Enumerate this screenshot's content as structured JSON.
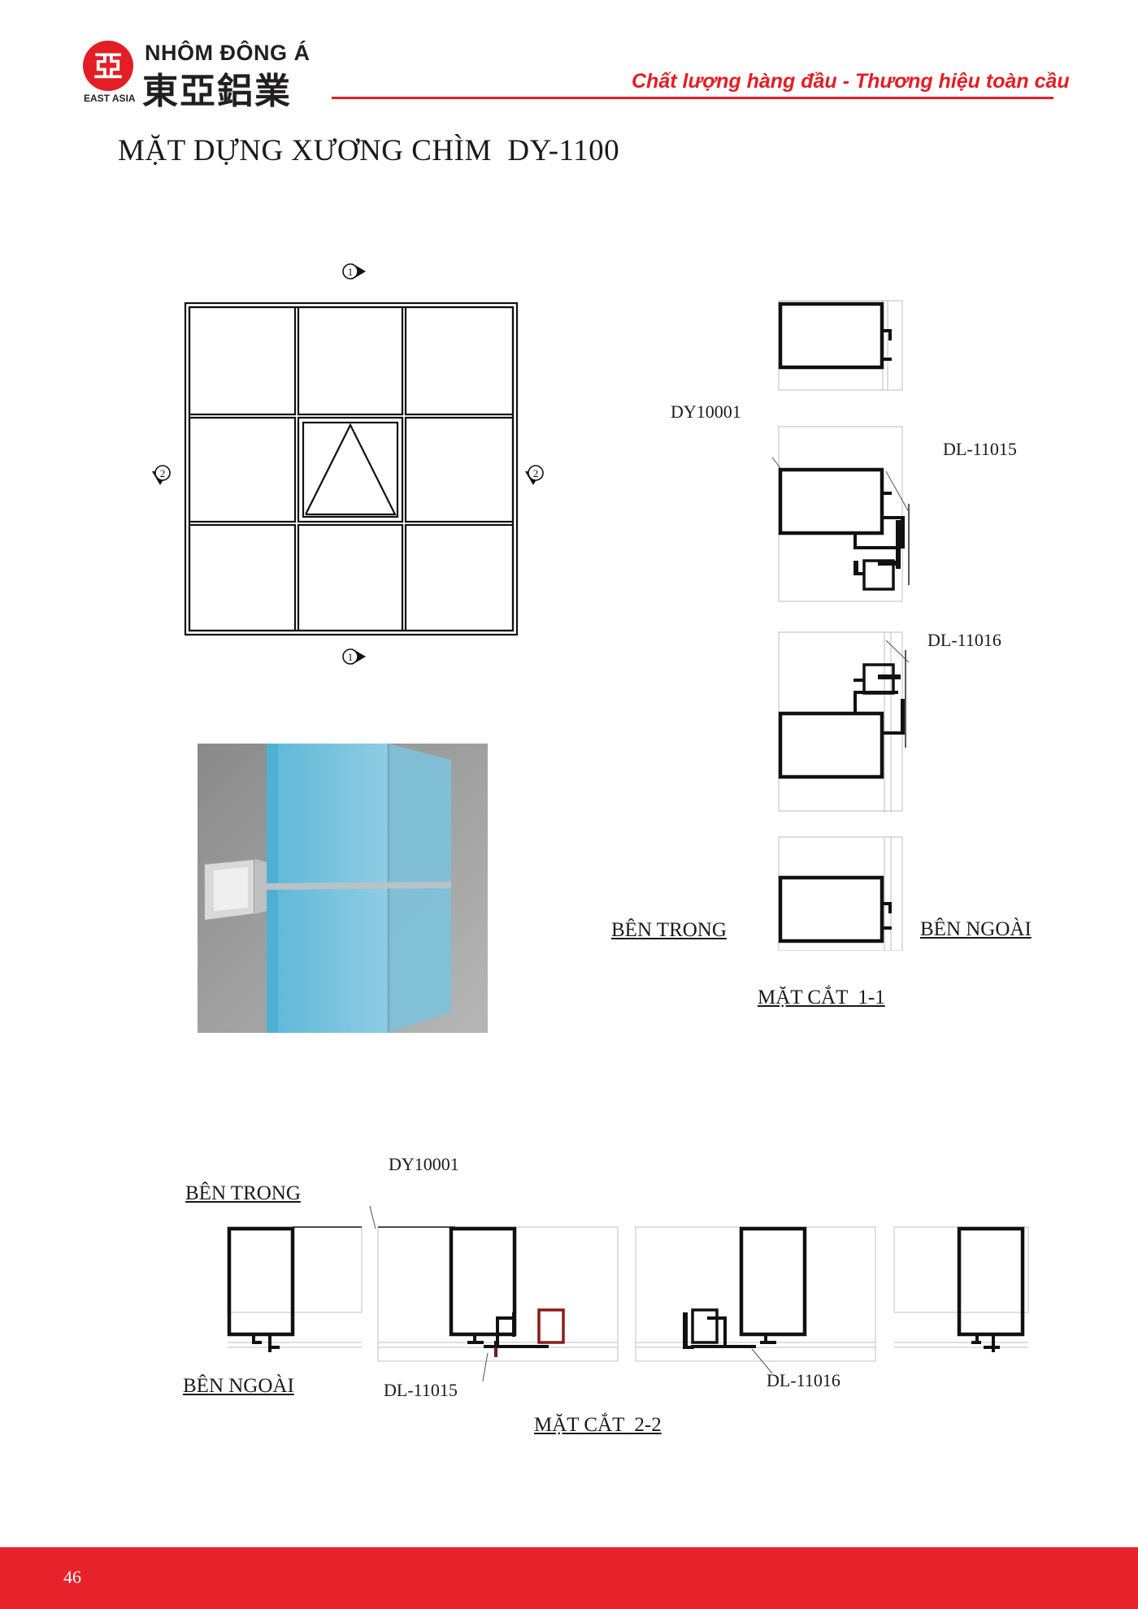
{
  "header": {
    "brand_vn": "NHÔM ĐÔNG Á",
    "brand_cn": "東亞鋁業",
    "brand_en": "EAST ASIA",
    "slogan": "Chất lượng hàng đầu - Thương hiệu toàn cầu",
    "logo_glyph": "亞",
    "accent_color": "#e31e24"
  },
  "title": "MẶT DỰNG XƯƠNG CHÌM  DY-1100",
  "elevation": {
    "section_marker_1": "1",
    "section_marker_2": "2"
  },
  "section_1_1": {
    "label_dy": "DY10001",
    "label_dl15": "DL-11015",
    "label_dl16": "DL-11016",
    "inside": "BÊN TRONG",
    "outside": "BÊN NGOÀI",
    "caption": "MẶT CẮT  1-1"
  },
  "section_2_2": {
    "label_dy": "DY10001",
    "label_dl15": "DL-11015",
    "label_dl16": "DL-11016",
    "inside": "BÊN TRONG",
    "outside": "BÊN NGOÀI",
    "caption": "MẶT CẮT  2-2"
  },
  "footer": {
    "page_number": "46",
    "bar_color": "#e8222a"
  }
}
